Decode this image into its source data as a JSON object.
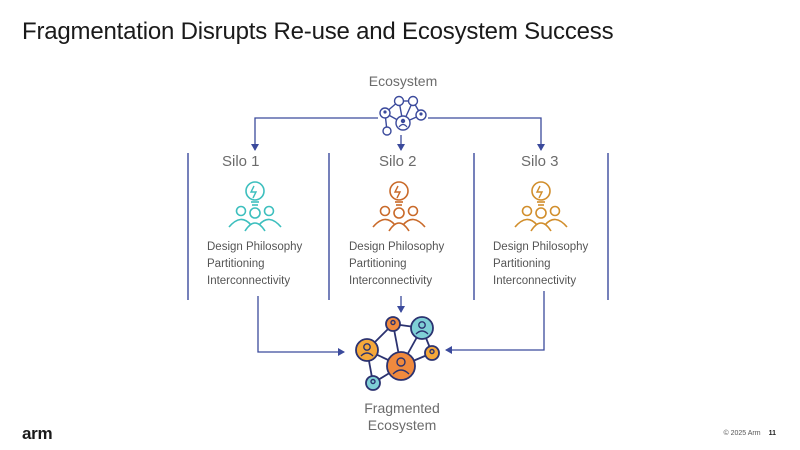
{
  "title": "Fragmentation Disrupts Re-use and Ecosystem Success",
  "ecosystem_label": "Ecosystem",
  "silos": [
    {
      "name": "Silo 1",
      "color": "#3dbfbe",
      "attributes": [
        "Design Philosophy",
        "Partitioning",
        "Interconnectivity"
      ]
    },
    {
      "name": "Silo 2",
      "color": "#c96a2a",
      "attributes": [
        "Design Philosophy",
        "Partitioning",
        "Interconnectivity"
      ]
    },
    {
      "name": "Silo 3",
      "color": "#d18e2c",
      "attributes": [
        "Design Philosophy",
        "Partitioning",
        "Interconnectivity"
      ]
    }
  ],
  "fragmented_label": [
    "Fragmented",
    "Ecosystem"
  ],
  "colors": {
    "arrow": "#3b4a9c",
    "divider": "#3b4a9c",
    "ecosystem_icon": "#3b4a9c",
    "fragmented_teal": "#7fd0d6",
    "fragmented_orange": "#f08a3e",
    "fragmented_amber": "#f5a83a",
    "fragmented_navy": "#2b3270"
  },
  "icons": {
    "ecosystem": "network-of-people-icon",
    "silo": "lightbulb-team-icon",
    "fragmented": "fragmented-network-icon"
  },
  "logo": "arm",
  "footer": {
    "copyright": "© 2025 Arm",
    "page_number": "11"
  }
}
